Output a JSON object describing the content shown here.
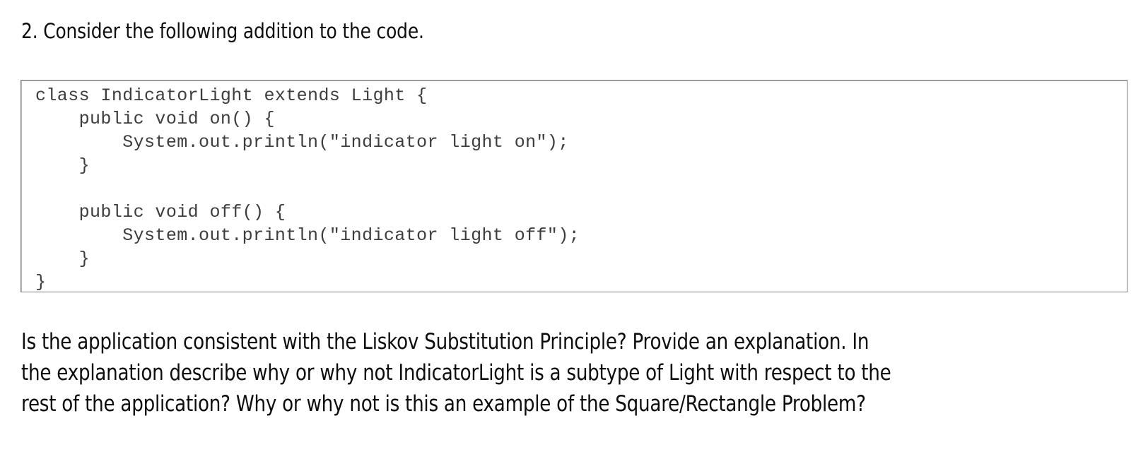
{
  "document": {
    "heading": "2. Consider the following addition to the code.",
    "code_block": {
      "language": "java",
      "lines": [
        "class IndicatorLight extends Light {",
        "    public void on() {",
        "        System.out.println(\"indicator light on\");",
        "    }",
        "",
        "    public void off() {",
        "        System.out.println(\"indicator light off\");",
        "    }",
        "}"
      ]
    },
    "paragraph_lines": [
      "Is the application consistent with the Liskov Substitution Principle? Provide an explanation. In",
      "the explanation describe why or why not IndicatorLight is a subtype of Light with respect to the",
      "rest of the application? Why or why not is this an example of the Square/Rectangle Problem?"
    ]
  },
  "colors": {
    "page_background": "#ffffff",
    "text": "#0d0d0d",
    "code_text": "#3d3d3d",
    "code_border": "#808080"
  }
}
